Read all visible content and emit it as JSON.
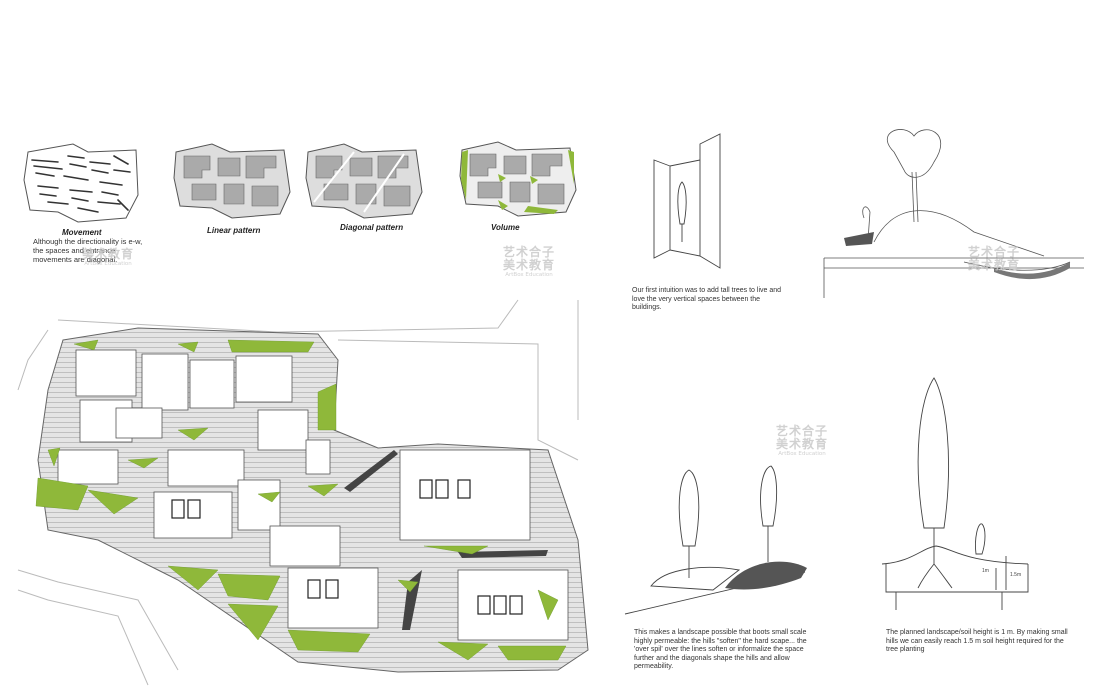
{
  "diagrams": {
    "movement": {
      "title": "Movement",
      "caption": "Although the directionality is e-w, the spaces and entrance movements are diagonal."
    },
    "linear": {
      "title": "Linear pattern"
    },
    "diagonal": {
      "title": "Diagonal pattern"
    },
    "volume": {
      "title": "Volume"
    }
  },
  "sketches": {
    "tall_trees": {
      "caption": "Our first intuition was to add tall trees to live and love the very vertical spaces between the buildings."
    },
    "hills": {
      "caption": "This makes a landscape possible that boots small scale highly permeable: the hills \"soften\" the hard scape... the 'over spil' over the lines soften or informalize the space further and the diagonals shape the hills and allow permeability."
    },
    "soil": {
      "caption": "The planned landscape/soil height is 1 m. By making small hills we can easily reach 1.5 m soil height required for the tree planting",
      "dim_small": "1m",
      "dim_large": "1.5m"
    }
  },
  "watermark": {
    "line1": "艺术合子",
    "line2": "美术教育",
    "line3": "ArtBox Education"
  },
  "colors": {
    "green": "#8fb83a",
    "green_dark": "#6c9a2a",
    "building_gray": "#c8c8c8",
    "line": "#555555",
    "stripe": "#9a9a9a"
  }
}
